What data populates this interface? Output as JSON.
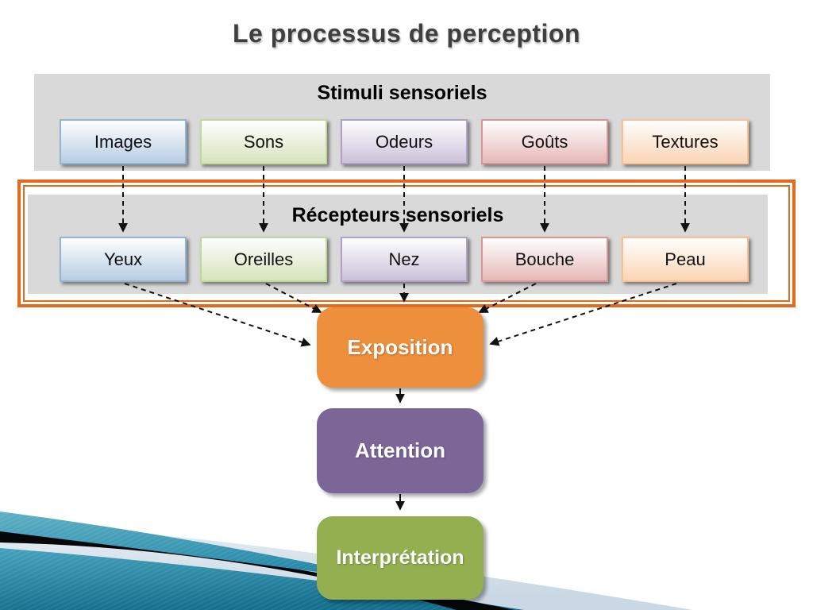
{
  "slide": {
    "title": "Le processus de perception"
  },
  "stimuli": {
    "header": "Stimuli sensoriels",
    "boxes": [
      {
        "label": "Images",
        "tint": "blue"
      },
      {
        "label": "Sons",
        "tint": "green"
      },
      {
        "label": "Odeurs",
        "tint": "purple"
      },
      {
        "label": "Goûts",
        "tint": "red"
      },
      {
        "label": "Textures",
        "tint": "orange"
      }
    ]
  },
  "receptors": {
    "header": "Récepteurs sensoriels",
    "boxes": [
      {
        "label": "Yeux",
        "tint": "blue"
      },
      {
        "label": "Oreilles",
        "tint": "green"
      },
      {
        "label": "Nez",
        "tint": "purple"
      },
      {
        "label": "Bouche",
        "tint": "red"
      },
      {
        "label": "Peau",
        "tint": "orange"
      }
    ]
  },
  "flow": {
    "steps": [
      {
        "label": "Exposition",
        "color": "#ee8f3e"
      },
      {
        "label": "Attention",
        "color": "#7c6698"
      },
      {
        "label": "Interprétation",
        "color": "#93af50"
      }
    ]
  },
  "theme": {
    "title_color": "#3f3f3f",
    "panel_gray": "#d9d9d9",
    "frame_orange": "#e3691c",
    "arrow_black": "#111111",
    "tints": {
      "blue": {
        "border": "#95b3d7",
        "fill": "#b8cce4"
      },
      "green": {
        "border": "#c3d69b",
        "fill": "#d7e4bd"
      },
      "purple": {
        "border": "#b2a1c7",
        "fill": "#ccc1da"
      },
      "red": {
        "border": "#d99694",
        "fill": "#e6b9b8"
      },
      "orange": {
        "border": "#fac090",
        "fill": "#fbd5b5"
      }
    },
    "decoration": {
      "teal_light": "#4aa6be",
      "teal_dark": "#15708f",
      "black": "#050708",
      "light_wedge": "#d9e2ec"
    }
  }
}
